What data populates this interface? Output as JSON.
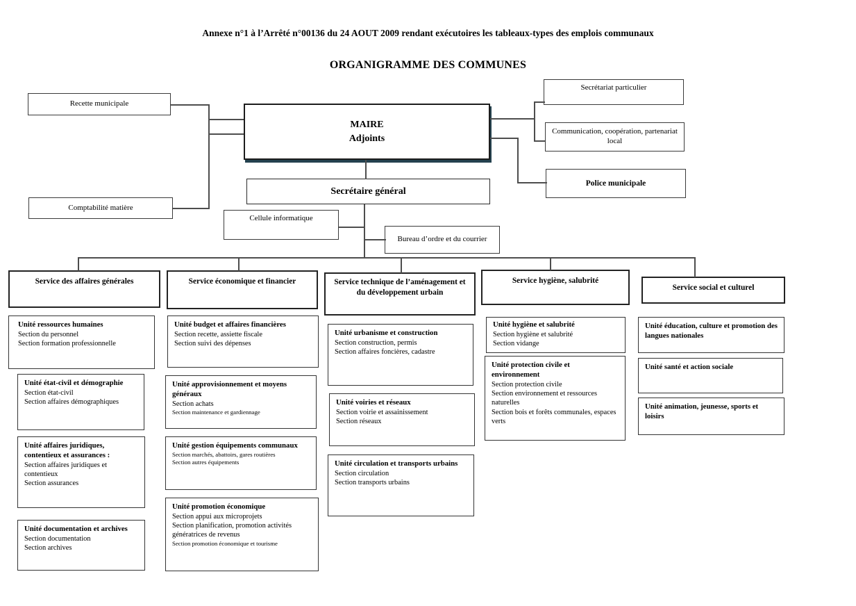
{
  "header": {
    "title": "Annexe n°1 à l’Arrêté n°00136 du 24 AOUT 2009 rendant exécutoires les tableaux-types des emplois communaux",
    "subtitle": "ORGANIGRAMME DES COMMUNES"
  },
  "top_nodes": {
    "recette": "Recette municipale",
    "comptabilite": "Comptabilité matière",
    "maire_line1": "MAIRE",
    "maire_line2": "Adjoints",
    "secretariat_particulier": "Secrétariat particulier",
    "communication": "Communication, coopération, partenariat local",
    "police": "Police municipale",
    "secretaire_general": "Secrétaire général",
    "cellule_informatique": "Cellule informatique",
    "bureau_ordre": "Bureau d’ordre et du courrier"
  },
  "services": [
    {
      "label": "Service des affaires générales",
      "units": [
        {
          "title": "Unité ressources humaines",
          "sections": [
            "Section du personnel",
            "Section formation professionnelle"
          ]
        },
        {
          "title": "Unité état-civil et démographie",
          "sections": [
            "Section état-civil",
            "Section affaires démographiques"
          ]
        },
        {
          "title": "Unité affaires juridiques, contentieux et assurances :",
          "sections": [
            "Section affaires juridiques et contentieux",
            "Section assurances"
          ]
        },
        {
          "title": "Unité documentation et archives",
          "sections": [
            "Section documentation",
            "Section archives"
          ]
        }
      ]
    },
    {
      "label": "Service économique et financier",
      "units": [
        {
          "title": "Unité budget et affaires financières",
          "sections": [
            "Section recette, assiette fiscale",
            "Section suivi des dépenses"
          ]
        },
        {
          "title": "Unité approvisionnement et moyens généraux",
          "sections": [
            "Section achats",
            "Section maintenance et gardiennage"
          ]
        },
        {
          "title": "Unité gestion équipements communaux",
          "sections": [
            "Section marchés, abattoirs, gares routières",
            "Section autres équipements"
          ]
        },
        {
          "title": "Unité promotion économique",
          "sections": [
            "Section appui aux microprojets",
            "Section planification, promotion activités génératrices de revenus",
            "Section promotion économique et tourisme"
          ]
        }
      ]
    },
    {
      "label": "Service technique de l’aménagement et du développement urbain",
      "units": [
        {
          "title": "Unité urbanisme et construction",
          "sections": [
            "Section construction, permis",
            "Section affaires foncières, cadastre"
          ]
        },
        {
          "title": "Unité voiries et réseaux",
          "sections": [
            "Section voirie et assainissement",
            "Section réseaux"
          ]
        },
        {
          "title": "Unité circulation et transports urbains",
          "sections": [
            "Section circulation",
            "Section transports urbains"
          ]
        }
      ]
    },
    {
      "label": "Service hygiène, salubrité",
      "units": [
        {
          "title": "Unité hygiène et salubrité",
          "sections": [
            "Section hygiène et salubrité",
            "Section vidange"
          ]
        },
        {
          "title": "Unité protection civile et environnement",
          "sections": [
            "Section protection civile",
            "Section environnement et ressources naturelles",
            "Section bois et forêts communales, espaces verts"
          ]
        }
      ]
    },
    {
      "label": "Service social et culturel",
      "units": [
        {
          "title": "Unité éducation, culture et promotion des langues nationales",
          "sections": []
        },
        {
          "title": "Unité santé et action sociale",
          "sections": []
        },
        {
          "title": "Unité animation, jeunesse, sports et loisirs",
          "sections": []
        }
      ]
    }
  ],
  "colors": {
    "background": "#ffffff",
    "text": "#000000",
    "line": "#4d4d4d",
    "border": "#333333",
    "maire_shadow": "#24424f"
  }
}
